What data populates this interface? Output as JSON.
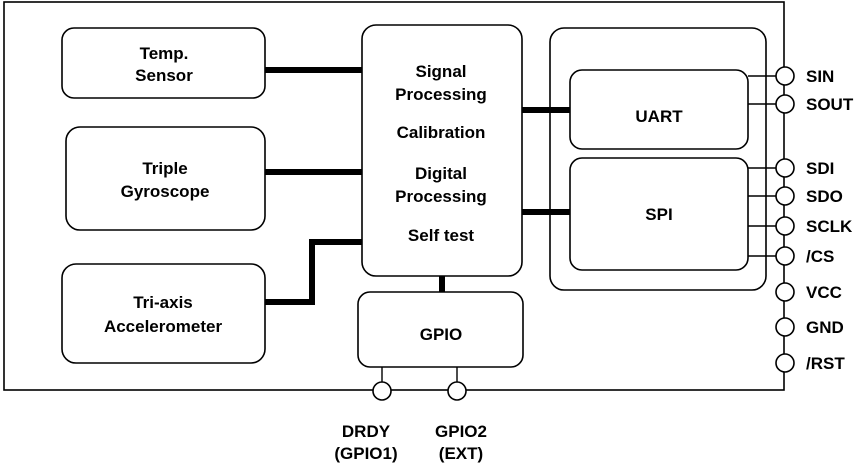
{
  "blocks": {
    "temp_sensor": [
      "Temp.",
      "Sensor"
    ],
    "gyroscope": [
      "Triple",
      "Gyroscope"
    ],
    "accelerometer": [
      "Tri-axis",
      "Accelerometer"
    ],
    "processing": [
      "Signal",
      "Processing",
      "Calibration",
      "Digital",
      "Processing",
      "Self test"
    ],
    "gpio": "GPIO",
    "uart": "UART",
    "spi": "SPI"
  },
  "pins_right": [
    "SIN",
    "SOUT",
    "SDI",
    "SDO",
    "SCLK",
    "/CS",
    "VCC",
    "GND",
    "/RST"
  ],
  "pins_bottom": [
    [
      "DRDY",
      "(GPIO1)"
    ],
    [
      "GPIO2",
      "(EXT)"
    ]
  ]
}
